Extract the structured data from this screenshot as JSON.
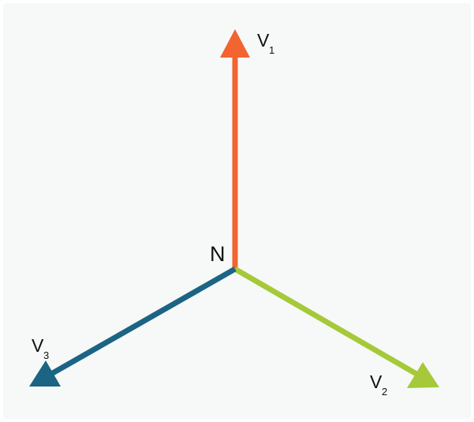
{
  "diagram": {
    "node_label": "N",
    "phasors": [
      {
        "id": "v1",
        "symbol": "V",
        "subscript": "1",
        "color": "#f26430",
        "angle_deg": 90
      },
      {
        "id": "v2",
        "symbol": "V",
        "subscript": "2",
        "color": "#a5c938",
        "angle_deg": -30
      },
      {
        "id": "v3",
        "symbol": "V",
        "subscript": "3",
        "color": "#1b6484",
        "angle_deg": 210
      }
    ]
  }
}
